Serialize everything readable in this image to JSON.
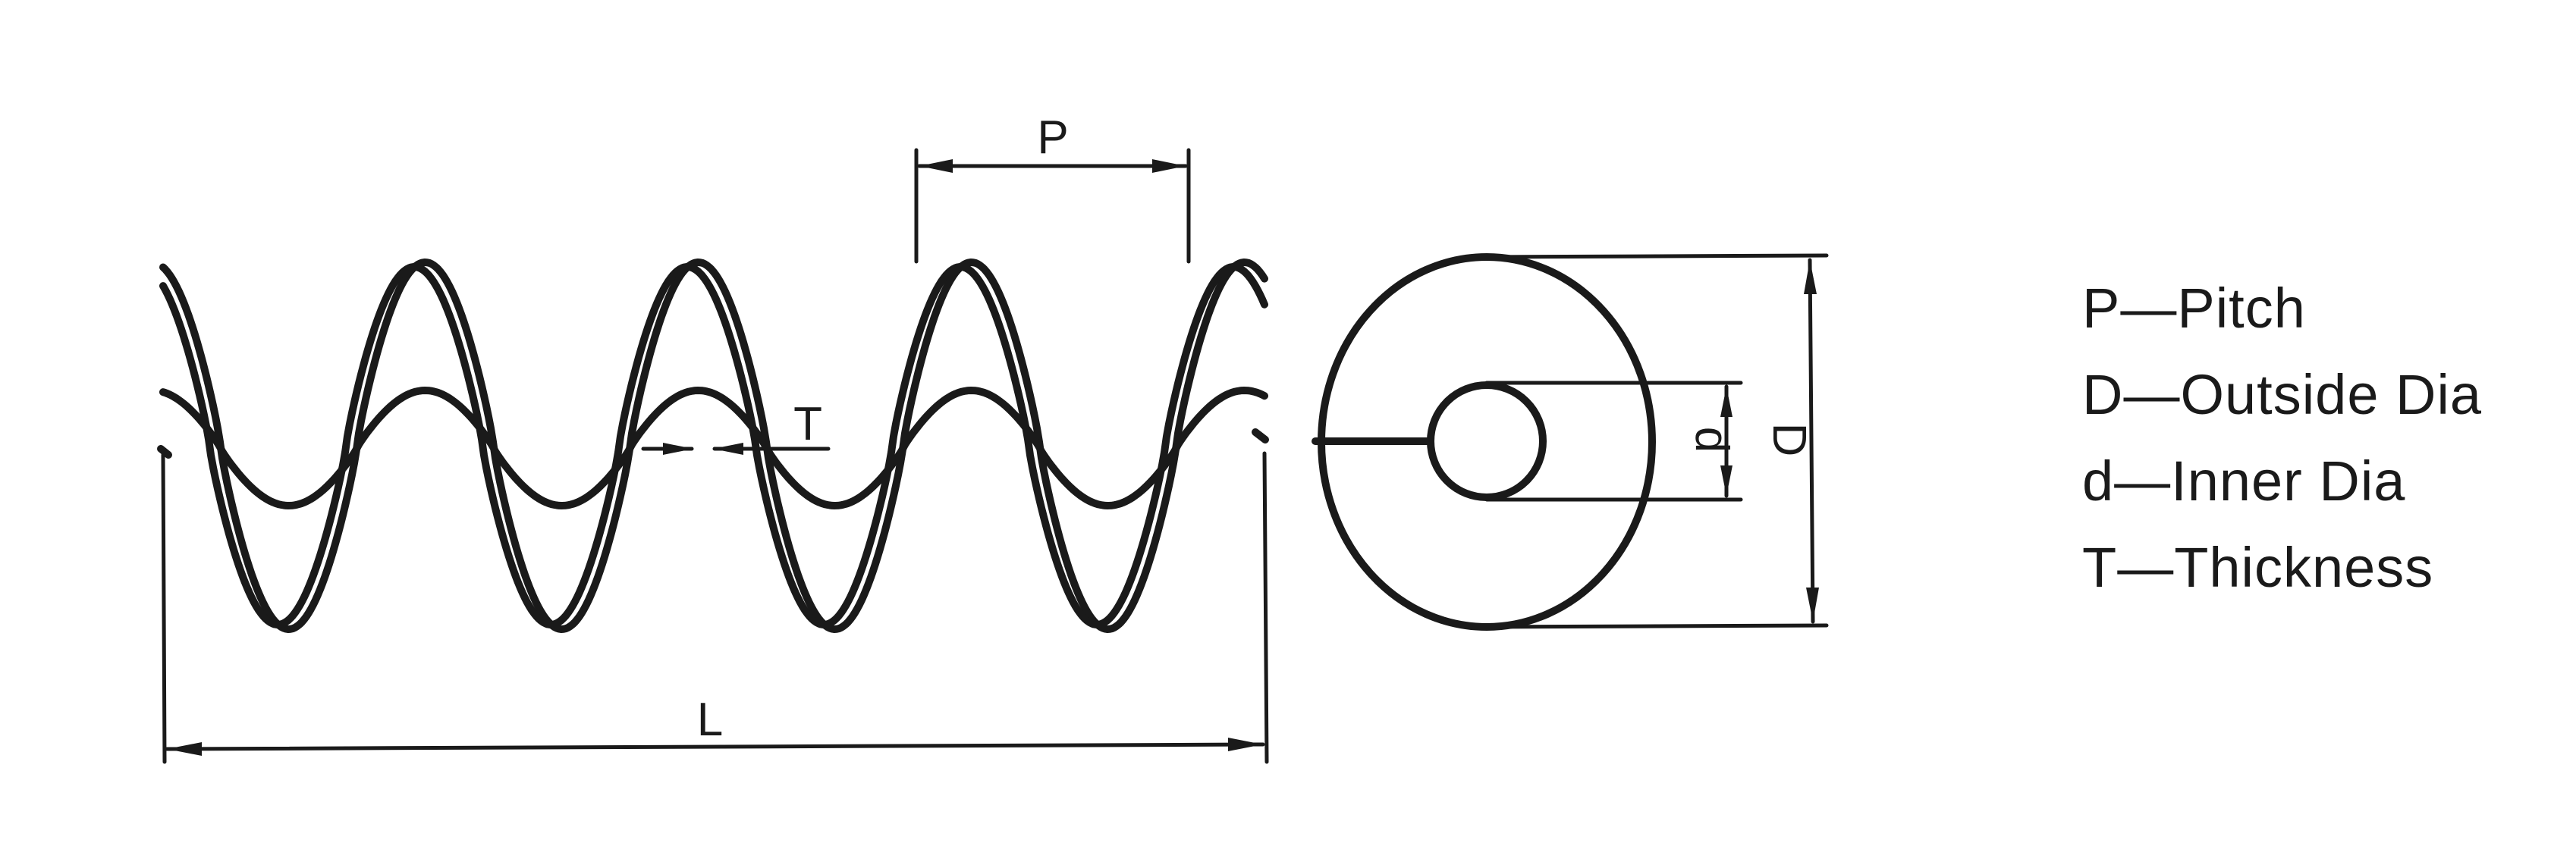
{
  "dimension_labels": {
    "pitch": "P",
    "thickness": "T",
    "length": "L",
    "outside_dia": "D",
    "inner_dia": "d"
  },
  "legend": [
    {
      "symbol": "P",
      "meaning": "Pitch"
    },
    {
      "symbol": "D",
      "meaning": "Outside Dia"
    },
    {
      "symbol": "d",
      "meaning": "Inner Dia"
    },
    {
      "symbol": "T",
      "meaning": "Thickness"
    }
  ],
  "legend_separator": "—",
  "colors": {
    "ink": "#1a1a1a",
    "background": "#ffffff"
  }
}
